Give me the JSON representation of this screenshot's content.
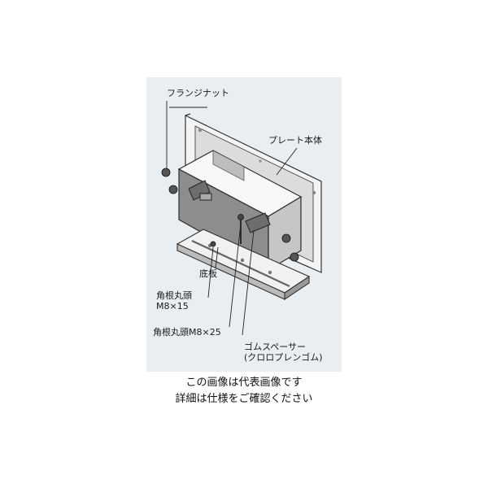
{
  "labels": {
    "flange_nut": "フランジナット",
    "plate_body": "プレート本体",
    "bottom_plate": "底板",
    "carriage_bolt_15_line1": "角根丸頭",
    "carriage_bolt_15_line2": "M8×15",
    "carriage_bolt_25": "角根丸頭M8×25",
    "rubber_spacer_line1": "ゴムスペーサー",
    "rubber_spacer_line2": "(クロロプレンゴム)"
  },
  "caption": {
    "line1": "この画像は代表画像です",
    "line2": "詳細は仕様をご確認ください"
  }
}
